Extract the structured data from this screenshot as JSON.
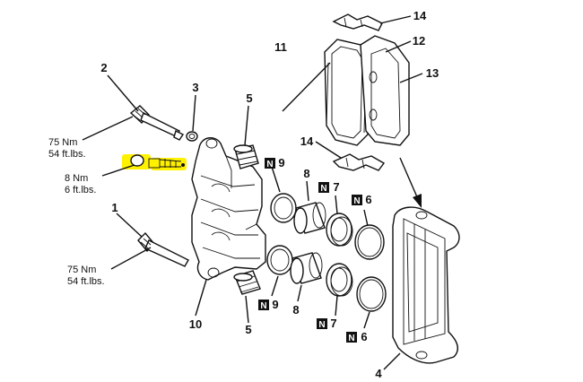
{
  "diagram": {
    "highlight_color": "#fff200",
    "badge_glyph": "N",
    "callouts": {
      "c1": "1",
      "c2": "2",
      "c3": "3",
      "c4": "4",
      "c5a": "5",
      "c5b": "5",
      "c6a": "6",
      "c6b": "6",
      "c7a": "7",
      "c7b": "7",
      "c8a": "8",
      "c8b": "8",
      "c9a": "9",
      "c9b": "9",
      "c10": "10",
      "c11": "11",
      "c12": "12",
      "c13": "13",
      "c14a": "14",
      "c14b": "14"
    },
    "torque": {
      "t2_nm": "75 Nm",
      "t2_ftlbs": "54 ft.lbs.",
      "bleeder_nm": "8 Nm",
      "bleeder_ftlbs": "6 ft.lbs.",
      "t1_nm": "75 Nm",
      "t1_ftlbs": "54 ft.lbs."
    }
  }
}
